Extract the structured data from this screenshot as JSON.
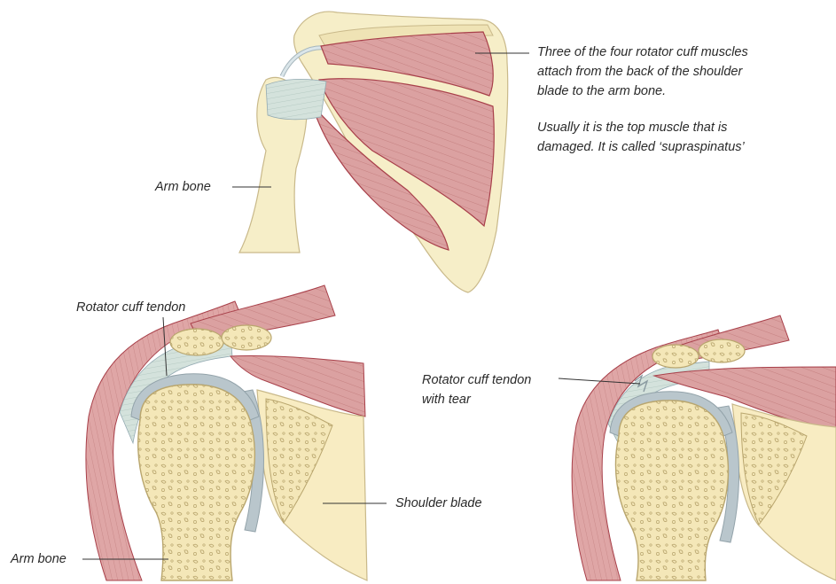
{
  "labels": {
    "top_description": [
      "Three of the four rotator cuff muscles",
      "attach from the back of the shoulder",
      "blade to the arm bone."
    ],
    "top_damage_note": [
      "Usually it is the top muscle that is",
      "damaged. It is called ‘supraspinatus’"
    ],
    "top_arm_bone": "Arm bone",
    "left_tendon": "Rotator cuff tendon",
    "left_shoulder_blade": "Shoulder blade",
    "left_arm_bone": "Arm bone",
    "right_tendon_tear": [
      "Rotator cuff tendon",
      "with tear"
    ]
  },
  "colors": {
    "bone": "#f6eec8",
    "bone_outline": "#c9b98a",
    "muscle": "#d99a9a",
    "muscle_dark": "#a8404a",
    "tendon": "#c9d9d2",
    "cartilage": "#b9c6cc",
    "spongy_bone": "#f3e6b4",
    "leader_line": "#333333"
  }
}
